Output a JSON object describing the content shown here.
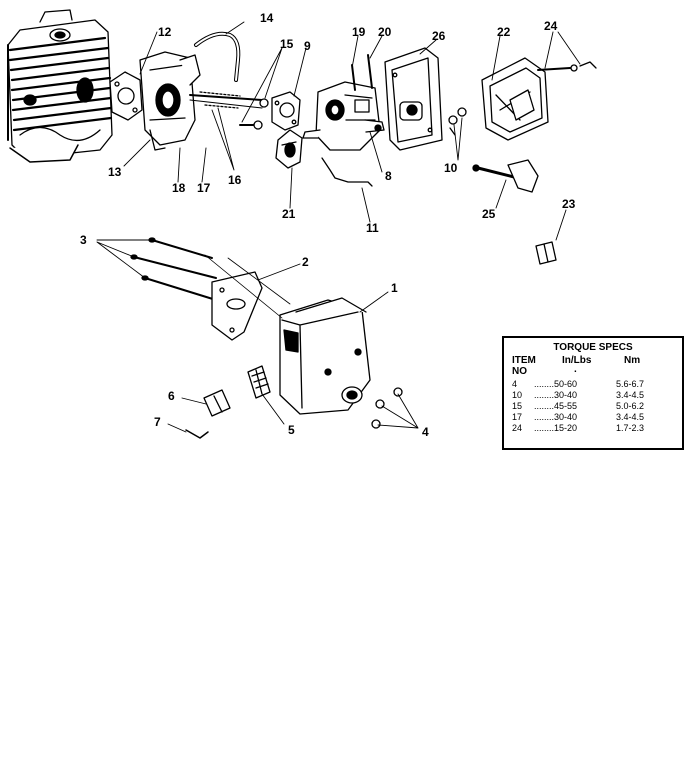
{
  "callouts": [
    "1",
    "2",
    "3",
    "4",
    "5",
    "6",
    "7",
    "8",
    "9",
    "10",
    "11",
    "12",
    "13",
    "14",
    "15",
    "16",
    "17",
    "18",
    "19",
    "20",
    "21",
    "22",
    "23",
    "24",
    "25",
    "26"
  ],
  "torque_specs": {
    "title": "TORQUE SPECS",
    "col_item": "ITEM",
    "col_no": "NO",
    "col_inlbs": "In/Lbs",
    "col_nm": "Nm",
    "dot": ".",
    "rows": [
      {
        "item": "4",
        "inlbs": "50-60",
        "nm": "5.6-6.7"
      },
      {
        "item": "10",
        "inlbs": "30-40",
        "nm": "3.4-4.5"
      },
      {
        "item": "15",
        "inlbs": "45-55",
        "nm": "5.0-6.2"
      },
      {
        "item": "17",
        "inlbs": "30-40",
        "nm": "3.4-4.5"
      },
      {
        "item": "24",
        "inlbs": "15-20",
        "nm": "1.7-2.3"
      }
    ]
  }
}
